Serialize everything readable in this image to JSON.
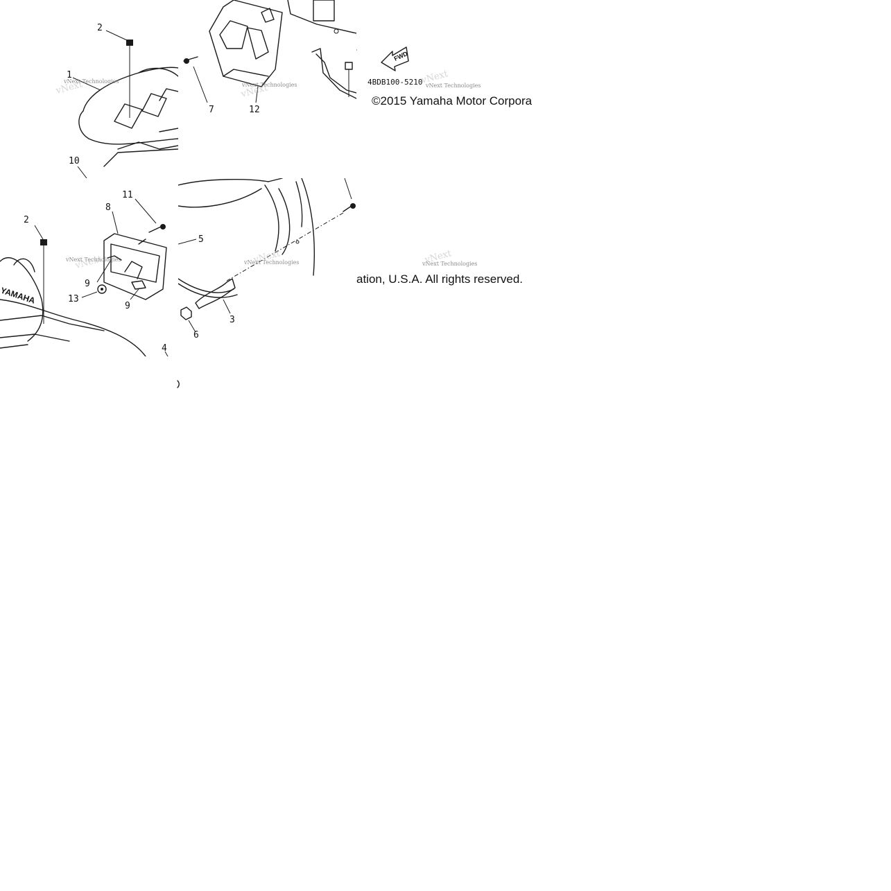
{
  "callouts": {
    "c1": "1",
    "c2a": "2",
    "c2b": "2",
    "c3": "3",
    "c4": "4",
    "c5": "5",
    "c6": "6",
    "c7": "7",
    "c8": "8",
    "c9a": "9",
    "c9b": "9",
    "c10": "10",
    "c11": "11",
    "c12": "12",
    "c13": "13"
  },
  "diagram_code": "4BDB100-5210",
  "fwd_label": "FWD",
  "logo_text": "YAMAHA",
  "watermark": "vNext Technologies",
  "copyright_part1": "©2015 Yamaha Motor Corpora",
  "copyright_part2": "ation, U.S.A. All rights reserved."
}
